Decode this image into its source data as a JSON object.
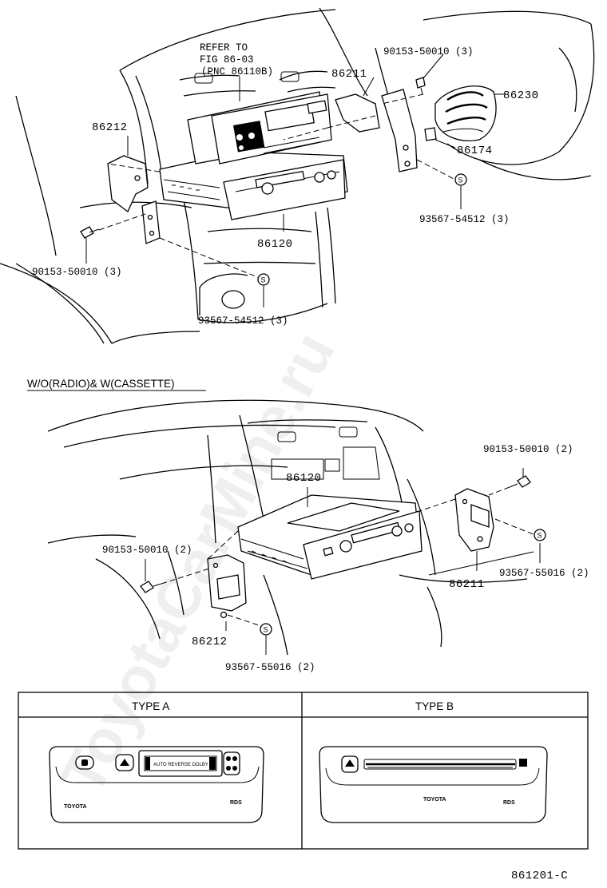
{
  "diagram": {
    "top_section": {
      "refer_note": [
        "REFER TO",
        "FIG 86-03",
        "(PNC 86110B)"
      ],
      "labels": {
        "part_86212": "86212",
        "part_86211": "86211",
        "bolt_right": "90153-50010 (3)",
        "part_86230": "86230",
        "part_86174": "86174",
        "screw_right": "93567-54512 (3)",
        "part_86120": "86120",
        "bolt_left": "90153-50010 (3)",
        "screw_left": "93567-54512 (3)"
      }
    },
    "middle_section": {
      "heading": "W/O(RADIO)& W(CASSETTE)",
      "labels": {
        "bolt_right": "90153-50010 (2)",
        "part_86120": "86120",
        "bolt_left": "90153-50010 (2)",
        "screw_right": "93567-55016 (2)",
        "part_86211": "86211",
        "part_86212": "86212",
        "screw_bottom": "93567-55016 (2)"
      }
    },
    "type_table": {
      "col_a": {
        "title": "TYPE A",
        "brand": "TOYOTA",
        "window_text": "AUTO REVERSE DOLBY",
        "logo": "RDS"
      },
      "col_b": {
        "title": "TYPE B",
        "brand": "TOYOTA",
        "logo": "RDS"
      }
    },
    "screw_symbol": "S",
    "figure_id": "861201-C",
    "watermark": "ToyotaCarMine.ru"
  }
}
